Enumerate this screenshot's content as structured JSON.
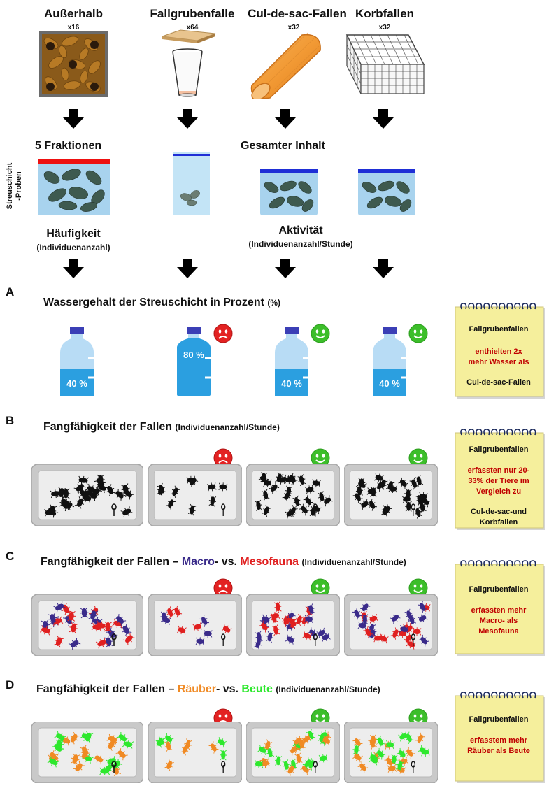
{
  "header": {
    "columns": [
      {
        "title": "Außerhalb",
        "mult": "x16"
      },
      {
        "title": "Fallgrubenfalle",
        "mult": "x64"
      },
      {
        "title": "Cul-de-sac-Fallen",
        "mult": "x32"
      },
      {
        "title": "Korbfallen",
        "mult": "x32"
      }
    ]
  },
  "mid": {
    "fractions": "5 Fraktionen",
    "total": "Gesamter Inhalt",
    "side_label_1": "Streuschicht",
    "side_label_2": "-Proben",
    "abundance": "Häufigkeit",
    "abundance_sub": "(Individuenanzahl)",
    "activity": "Aktivität",
    "activity_sub": "(Individuenanzahl/Stunde)"
  },
  "sectionA": {
    "letter": "A",
    "title": "Wassergehalt der Streuschicht in Prozent",
    "unit": "(%)",
    "values": [
      "40 %",
      "80 %",
      "40 %",
      "40 %"
    ],
    "fill_fraction": [
      0.4,
      0.8,
      0.4,
      0.4
    ],
    "faces": [
      "none",
      "sad",
      "happy",
      "happy"
    ],
    "note": {
      "l1": "Fallgrubenfallen",
      "l2": "enthielten 2x",
      "l3": "mehr Wasser als",
      "l4": "Cul-de-sac-Fallen"
    }
  },
  "sectionB": {
    "letter": "B",
    "title": "Fangfähigkeit der Fallen",
    "paren": "(Individuenanzahl/Stunde)",
    "faces": [
      "none",
      "sad",
      "happy",
      "happy"
    ],
    "note": {
      "l1": "Fallgrubenfallen",
      "l2": "erfassten nur 20-",
      "l3": "33%  der Tiere im",
      "l4": "Vergleich zu",
      "l5": "Cul-de-sac-und",
      "l6": "Korbfallen"
    }
  },
  "sectionC": {
    "letter": "C",
    "title_pre": "Fangfähigkeit der Fallen –",
    "macro": "Macro",
    "vs": "- vs.",
    "meso": "Mesofauna",
    "paren": "(Individuenanzahl/Stunde)",
    "faces": [
      "none",
      "sad",
      "happy",
      "happy"
    ],
    "note": {
      "l1": "Fallgrubenfallen",
      "l2": "erfassten mehr",
      "l3": "Macro- als",
      "l4": "Mesofauna"
    }
  },
  "sectionD": {
    "letter": "D",
    "title_pre": "Fangfähigkeit der Fallen –",
    "pred": "Räuber",
    "vs": "- vs.",
    "prey": "Beute",
    "paren": "(Individuenanzahl/Stunde)",
    "faces": [
      "none",
      "sad",
      "happy",
      "happy"
    ],
    "note": {
      "l1": "Fallgrubenfallen",
      "l2": "erfasstem mehr",
      "l3": "Räuber als Beute"
    }
  },
  "colors": {
    "arrow": "#000000",
    "water": "#2b9fe0",
    "bottle": "#b8dcf5",
    "cap": "#3b3fb6",
    "sad": "#e32222",
    "happy": "#3cbe2a",
    "note": "#f5ef9c",
    "macro": "#3a2b8a",
    "meso": "#e02020",
    "predator": "#f08a24",
    "prey": "#2ee82e",
    "red_band": "#ee1111",
    "blue_band": "#1f2fd6"
  }
}
